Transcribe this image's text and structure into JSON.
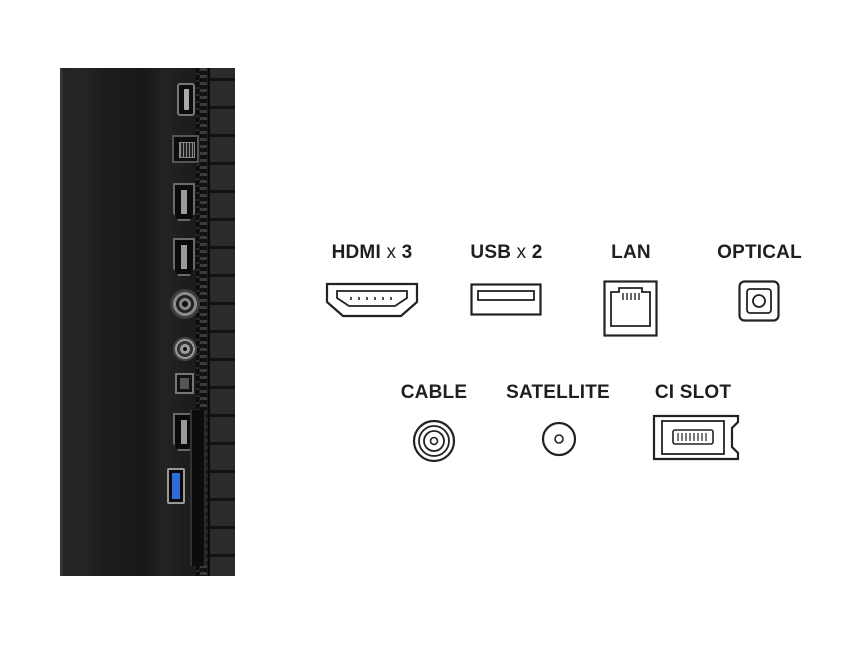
{
  "legend": {
    "hdmi": {
      "label": "HDMI",
      "multiplier": "x",
      "count": "3"
    },
    "usb": {
      "label": "USB",
      "multiplier": "x",
      "count": "2"
    },
    "lan": {
      "label": "LAN"
    },
    "optical": {
      "label": "OPTICAL"
    },
    "cable": {
      "label": "CABLE"
    },
    "satellite": {
      "label": "SATELLITE"
    },
    "ci_slot": {
      "label": "CI SLOT"
    }
  },
  "colors": {
    "text": "#1f1f1f",
    "icon_stroke": "#222222",
    "panel": "#1b1b1b",
    "usb_port_accent": "#2d6bd8"
  },
  "icons": [
    "hdmi-icon",
    "usb-icon",
    "lan-icon",
    "optical-icon",
    "cable-icon",
    "satellite-icon",
    "ci-slot-icon"
  ]
}
